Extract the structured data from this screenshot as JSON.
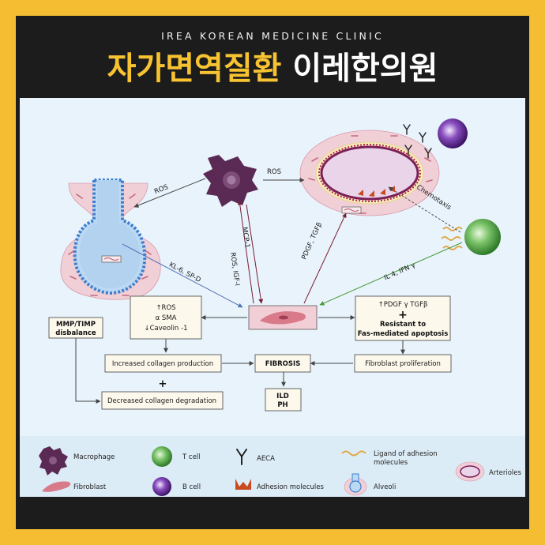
{
  "header": {
    "subtitle": "IREA KOREAN MEDICINE CLINIC",
    "title_yellow": "자가면역질환",
    "title_white": "이레한의원"
  },
  "diagram": {
    "arrows": {
      "ros_left": "ROS",
      "ros_right": "ROS",
      "kl6": "KL-6, SP-D",
      "mcp1": "MCP-1",
      "ros_igf": "ROS, IGF-I",
      "pdgf_tgf": "PDGF, TGFβ",
      "il4": "IL 4, IFN γ",
      "chemotaxis": "Chemotaxis"
    },
    "boxes": {
      "ros_box": [
        "↑ROS",
        "α SMA",
        "↓Caveolin -1"
      ],
      "pdgf_box_line1": "↑PDGF γ TGFβ",
      "pdgf_box_plus": "+",
      "pdgf_box_lines": [
        "Resistant to",
        "Fas-mediated apoptosis"
      ],
      "mmp_box": [
        "MMP/TIMP",
        "disbalance"
      ],
      "collagen_prod": "Increased collagen production",
      "plus": "+",
      "collagen_deg": "Decreased collagen degradation",
      "fibrosis": "FIBROSIS",
      "fibroblast_prolif": "Fibroblast proliferation",
      "ild_ph": [
        "ILD",
        "PH"
      ]
    }
  },
  "legend": {
    "macrophage": "Macrophage",
    "fibroblast": "Fibroblast",
    "tcell": "T cell",
    "bcell": "B cell",
    "aeca": "AECA",
    "adhesion": "Adhesion molecules",
    "ligand": [
      "Ligand of adhesion",
      "molecules"
    ],
    "alveoli": "Alveoli",
    "arterioles": "Arterioles"
  },
  "colors": {
    "border_yellow": "#f5be32",
    "dark": "#1c1c1c",
    "panel_bg": "#e8f3fb",
    "macrophage": "#5a2a55",
    "arrow_dark_red": "#7a1f35",
    "arrow_green": "#4a9a3a",
    "arrow_blue": "#5574b8"
  }
}
